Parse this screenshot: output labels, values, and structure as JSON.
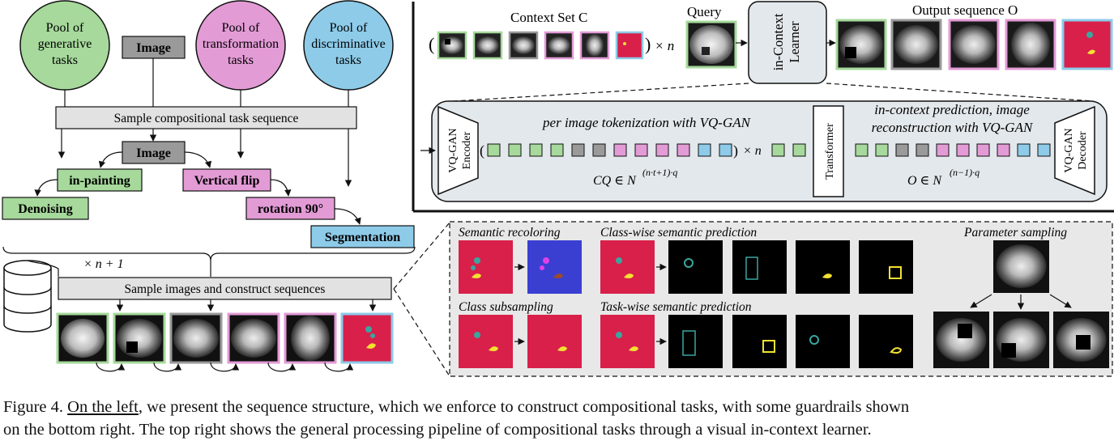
{
  "colors": {
    "green": "#a6d99b",
    "green_border": "#7cc36b",
    "pink": "#e39bd6",
    "pink_border": "#cf6fc4",
    "blue": "#8dcbe9",
    "blue_border": "#5fb2dc",
    "gray": "#9a9a9a",
    "light_gray": "#e2e2e2",
    "panel": "#e3e8ec",
    "seg_red": "#d8204a",
    "seg_blue": "#3a3fd2",
    "teal": "#3aa6a0",
    "yellow": "#f3e132"
  },
  "left": {
    "pool_generative": [
      "Pool of",
      "generative",
      "tasks"
    ],
    "pool_transformation": [
      "Pool of",
      "transformation",
      "tasks"
    ],
    "pool_discriminative": [
      "Pool of",
      "discriminative",
      "tasks"
    ],
    "image_top": "Image",
    "sample_task_sequence": "Sample compositional task sequence",
    "image_mid": "Image",
    "inpainting": "in-painting",
    "vertical_flip": "Vertical flip",
    "denoising": "Denoising",
    "rotation": "rotation 90°",
    "segmentation": "Segmentation",
    "repeat_label": "× n + 1",
    "sample_images": "Sample images and construct sequences"
  },
  "top_right": {
    "context_set": "Context Set C",
    "times_n": "× n",
    "query": "Query",
    "learner": [
      "in-Context",
      "Learner"
    ],
    "output_sequence": "Output sequence O",
    "tokenization": "per image tokenization with VQ-GAN",
    "prediction": [
      "in-context prediction, image",
      "reconstruction with VQ-GAN"
    ],
    "encoder": [
      "VQ-GAN",
      "Encoder"
    ],
    "decoder": [
      "VQ-GAN",
      "Decoder"
    ],
    "transformer": "Transformer",
    "cq_formula": "CQ ∈ N",
    "cq_exp": "(n·t+1)·q",
    "o_formula": "O ∈ N",
    "o_exp": "(n−1)·q"
  },
  "bottom_right": {
    "semantic_recoloring": "Semantic recoloring",
    "classwise": "Class-wise semantic prediction",
    "parameter_sampling": "Parameter sampling",
    "class_subsampling": "Class subsampling",
    "taskwise": "Task-wise semantic prediction"
  },
  "caption": {
    "line1_lead": "Figure 4. ",
    "line1_underlined": "On the left",
    "line1_rest": ", we present the sequence structure, which we enforce to construct compositional tasks, with some guardrails shown",
    "line2": "on the bottom right. The top right shows the general processing pipeline of compositional tasks through a visual in-context learner."
  }
}
